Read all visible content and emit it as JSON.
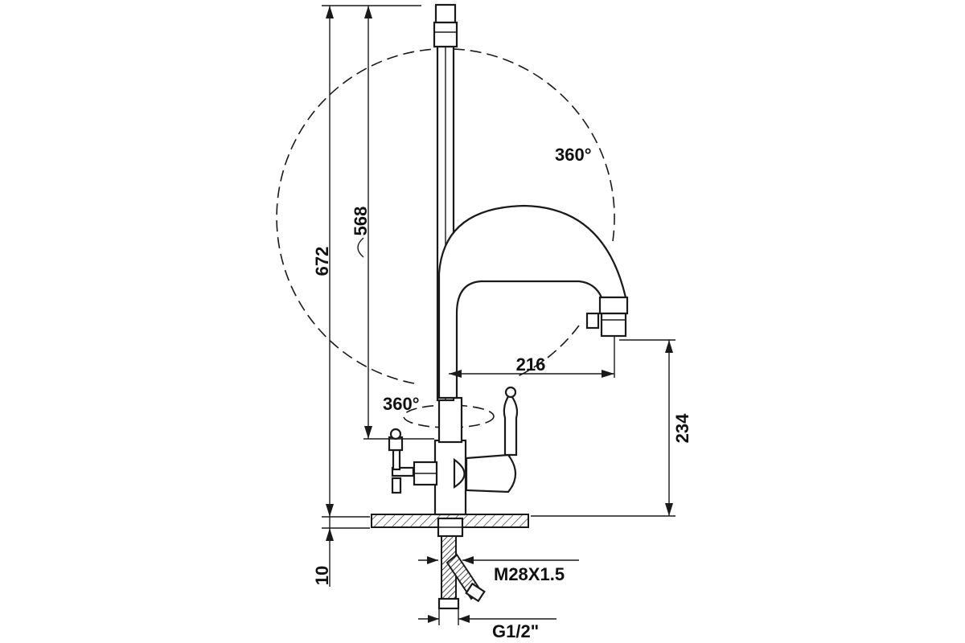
{
  "diagram": {
    "dimensions": {
      "total_height": "672",
      "spout_height": "568",
      "spout_reach": "216",
      "spout_clearance": "234",
      "deck_thickness": "10"
    },
    "rotation": {
      "spout_rotation": "360°",
      "base_rotation": "360°"
    },
    "connections": {
      "mount_thread": "M28X1.5",
      "supply_thread": "G1/2\""
    },
    "colors": {
      "ink": "#1a1a1a",
      "background": "#ffffff"
    }
  }
}
